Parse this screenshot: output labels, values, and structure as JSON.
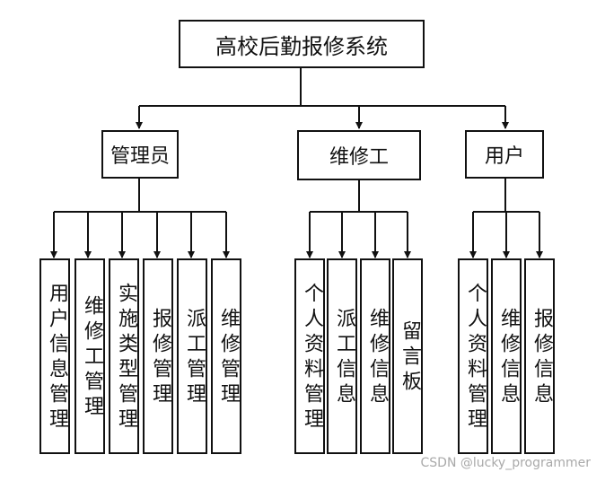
{
  "root": {
    "label": "高校后勤报修系统"
  },
  "groups": [
    {
      "label": "管理员",
      "children": [
        "用户信息管理",
        "维修工管理",
        "实施类型管理",
        "报修管理",
        "派工管理",
        "维修管理"
      ]
    },
    {
      "label": "维修工",
      "children": [
        "个人资料管理",
        "派工信息",
        "维修信息",
        "留言板"
      ]
    },
    {
      "label": "用户",
      "children": [
        "个人资料管理",
        "维修信息",
        "报修信息"
      ]
    }
  ],
  "watermark": "CSDN @lucky_programmer"
}
